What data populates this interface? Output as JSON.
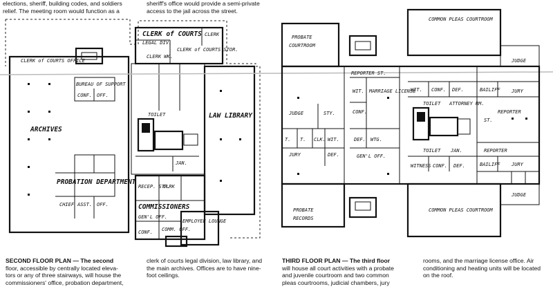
{
  "top_text": {
    "left": [
      "elections, sheriff, building codes, and soldiers",
      "relief. The meeting room would function as a"
    ],
    "mid": [
      "sheriff's office would provide a semi-private",
      "access to the jail across the street."
    ]
  },
  "second_floor": {
    "rooms": {
      "clerk_courts": "CLERK of COURTS",
      "legal_div": "LEGAL DIV.",
      "clerk_small": "CLERK",
      "clerk_courts_stor": "CLERK of COURTS STOR.",
      "clerk_courts_office": "CLERK of COURTS OFFICE",
      "clerk_wk": "CLERK WK.",
      "bureau": "BUREAU OF SUPPORT",
      "conf": "CONF.",
      "off": "OFF.",
      "archives": "ARCHIVES",
      "law_library": "LAW LIBRARY",
      "toilet": "TOILET",
      "jan": "JAN.",
      "probation": "PROBATION DEPARTMENT",
      "chief": "CHIEF",
      "asst": "ASST.",
      "off2": "OFF.",
      "commissioners": "COMMISSIONERS",
      "recep": "RECEP. STR.",
      "clerk2": "CLRK",
      "gen_offices": "GEN'L OFF.",
      "conf2": "CONF.",
      "comm_off": "COMM. OFF.",
      "employee_lounge": "EMPLOYEE LOUNGE"
    },
    "caption_title": "SECOND FLOOR PLAN",
    "caption_lines": [
      "SECOND FLOOR PLAN — The second",
      "floor, accessible by centrally located eleva-",
      "tors or any of three stairways, will house the",
      "commissioners' office, probation department,"
    ],
    "caption_lines_2": [
      "clerk of courts legal division, law library, and",
      "the main archives. Offices are to have nine-",
      "foot ceilings."
    ]
  },
  "third_floor": {
    "rooms": {
      "probate_courtroom": "PROBATE COURTROOM",
      "common_pleas_top": "COMMON PLEAS COURTROOM",
      "judge_top": "JUDGE",
      "reporter_top": "REPORTER ST.",
      "wit": "WIT.",
      "marriage": "MARRIAGE LICENSE",
      "wit2": "WIT.",
      "conf": "CONF.",
      "def": "DEF.",
      "conf_b": "CONF.",
      "bailiff": "BAILIFF",
      "jury_r": "JURY",
      "judge_l": "JUDGE",
      "sty": "STY.",
      "toilet": "TOILET",
      "attorney": "ATTORNEY RM.",
      "reporter_r": "REPORTER",
      "st": "ST.",
      "jury_l": "JURY",
      "clk": "CLK.",
      "wit_sm": "WIT.",
      "def2": "DEF.",
      "wtg": "WTG.",
      "genl_off": "GEN'L OFF.",
      "toilet2": "TOILET",
      "jan": "JAN.",
      "reporter_b": "REPORTER",
      "bailiff_b": "BAILIFF",
      "jury_b": "JURY",
      "witness": "WITNESS",
      "conf_c": "CONF.",
      "def_c": "DEF.",
      "judge_b": "JUDGE",
      "probate_records": "PROBATE RECORDS",
      "common_pleas_bottom": "COMMON PLEAS COURTROOM",
      "t1": "T.",
      "t2": "T."
    },
    "caption_lines": [
      "THIRD FLOOR PLAN — The third floor",
      "will house all court activities with a probate",
      "and juvenile courtroom and two common",
      "pleas courtrooms, judicial chambers, jury"
    ],
    "caption_lines_2": [
      "rooms, and the marriage license office. Air",
      "conditioning and heating units will be located",
      "on the roof."
    ]
  }
}
